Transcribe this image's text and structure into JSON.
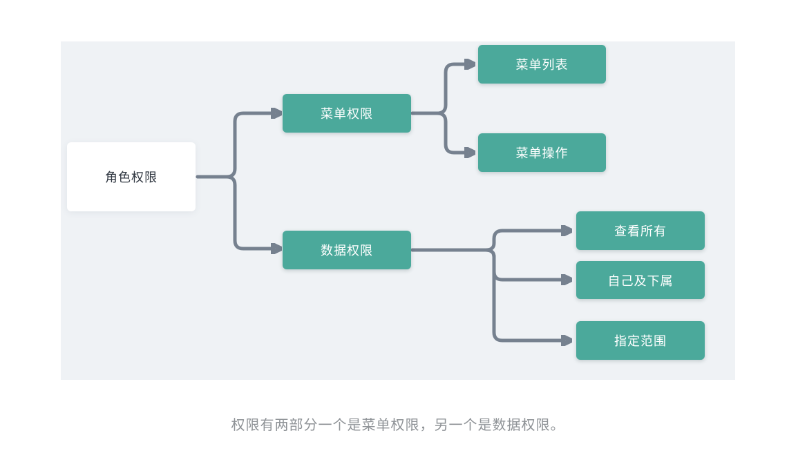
{
  "diagram": {
    "root": {
      "label": "角色权限"
    },
    "branches": [
      {
        "label": "菜单权限",
        "children": [
          {
            "label": "菜单列表"
          },
          {
            "label": "菜单操作"
          }
        ]
      },
      {
        "label": "数据权限",
        "children": [
          {
            "label": "查看所有"
          },
          {
            "label": "自己及下属"
          },
          {
            "label": "指定范围"
          }
        ]
      }
    ]
  },
  "caption": {
    "text": "权限有两部分一个是菜单权限，另一个是数据权限。"
  },
  "colors": {
    "panel_bg": "#EFF2F5",
    "node_fill": "#4BA99B",
    "node_text": "#FFFFFF",
    "root_fill": "#FFFFFF",
    "root_text": "#2F3640",
    "connector": "#76818F",
    "caption_color": "#8E9296",
    "page_bg": "#FFFFFF"
  }
}
